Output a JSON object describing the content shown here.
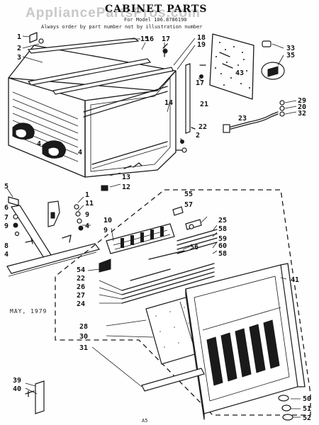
{
  "watermark": "AppliancePartsPros.com",
  "title": "CABINET PARTS",
  "subtitle_1": "For Model 106.8786190",
  "subtitle_2": "Always order by part number not by illustration number",
  "date": "MAY, 1979",
  "footer": "A5",
  "callouts": {
    "c1": "1",
    "c2": "2",
    "c3": "3",
    "c15": "15",
    "c16": "16",
    "c17": "17",
    "c18": "18",
    "c19": "19",
    "c43": "43",
    "c33": "33",
    "c35": "35",
    "c17b": "17",
    "c14": "14",
    "c21": "21",
    "c22": "22",
    "c2b": "2",
    "c29": "29",
    "c20": "20",
    "c32": "32",
    "c23": "23",
    "c4a": "4",
    "c4b": "4",
    "c13": "13",
    "c12": "12",
    "c5": "5",
    "c6": "6",
    "c7": "7",
    "c9a": "9",
    "c8": "8",
    "c4c": "4",
    "c1b": "1",
    "c11": "11",
    "c9b": "9",
    "c4d": "4",
    "c10": "10",
    "c9c": "9",
    "c55": "55",
    "c57": "57",
    "c25": "25",
    "c58": "58",
    "c59": "59",
    "c60": "60",
    "c58b": "58",
    "c56": "56",
    "c54": "54",
    "c22b": "22",
    "c26": "26",
    "c27": "27",
    "c24": "24",
    "c41": "41",
    "c28": "28",
    "c30": "30",
    "c31": "31",
    "c39": "39",
    "c40": "40",
    "c50": "50",
    "c51": "51",
    "c52": "52"
  }
}
